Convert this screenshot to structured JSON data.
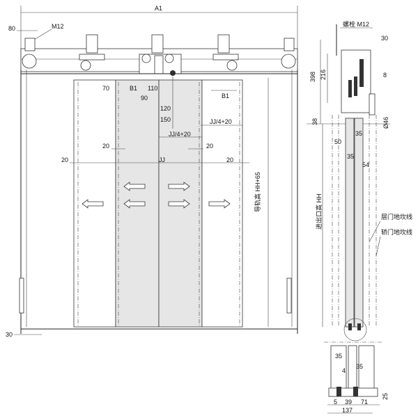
{
  "front_view": {
    "overall_width": "A1",
    "bolt_offset": "80",
    "bolt": "M12",
    "dims": {
      "d70": "70",
      "b1_left": "B1",
      "d110": "110",
      "d90": "90",
      "d120": "120",
      "d150": "150",
      "jj4_right": "JJ/4+20",
      "jj4_center": "JJ/4+20",
      "d20_left": "20",
      "d20_right": "20",
      "d20_outer_left": "20",
      "d20_outer_right": "20",
      "jj": "JJ",
      "b1_right": "B1",
      "rail_height": "导轨高 HH+65",
      "bottom": "30"
    }
  },
  "side_view": {
    "bolt": "螺栓 M12",
    "d30": "30",
    "d398": "398",
    "d216": "216",
    "d8": "8",
    "d38": "38",
    "d46": "Ø46",
    "d35_top": "35",
    "d50": "50",
    "d35_mid": "35",
    "d54": "54",
    "entrance_height": "进出口高 HH",
    "landing_sill_line": "层门地坎线",
    "car_sill_line": "轿门地坎线"
  },
  "sill_detail": {
    "d35_left": "35",
    "d4": "4",
    "d35_right": "35",
    "d25": "25",
    "d5": "5",
    "d39": "39",
    "d71": "71",
    "d137": "137"
  }
}
